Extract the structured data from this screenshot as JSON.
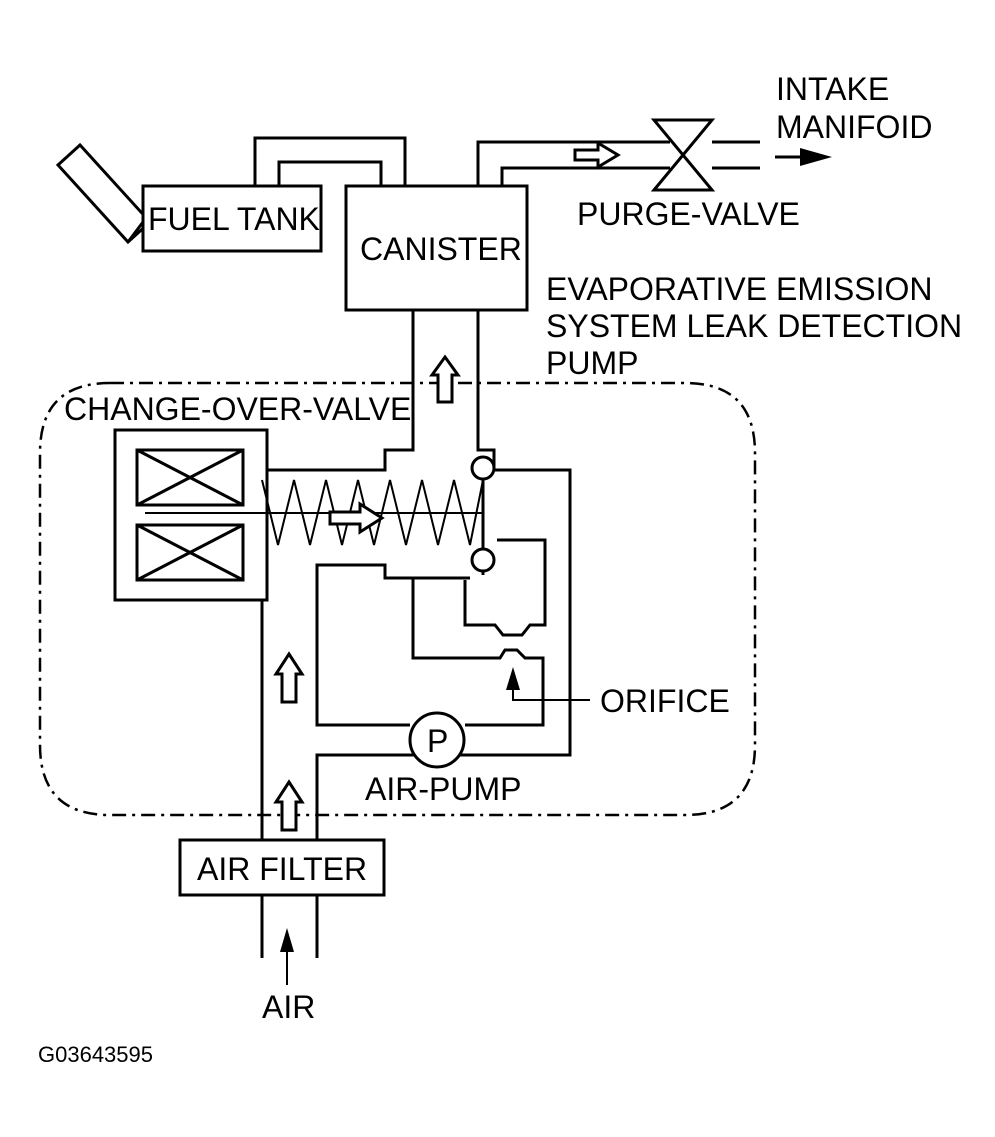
{
  "labels": {
    "intake_line1": "INTAKE",
    "intake_line2": "MANIFOID",
    "fuel_tank": "FUEL TANK",
    "canister": "CANISTER",
    "purge_valve": "PURGE-VALVE",
    "evap_line1": "EVAPORATIVE EMISSION",
    "evap_line2": "SYSTEM LEAK DETECTION",
    "evap_line3": "PUMP",
    "change_over_valve": "CHANGE-OVER-VALVE",
    "orifice": "ORIFICE",
    "pump_symbol": "P",
    "air_pump": "AIR-PUMP",
    "air_filter": "AIR FILTER",
    "air": "AIR",
    "figure_id": "G03643595"
  }
}
